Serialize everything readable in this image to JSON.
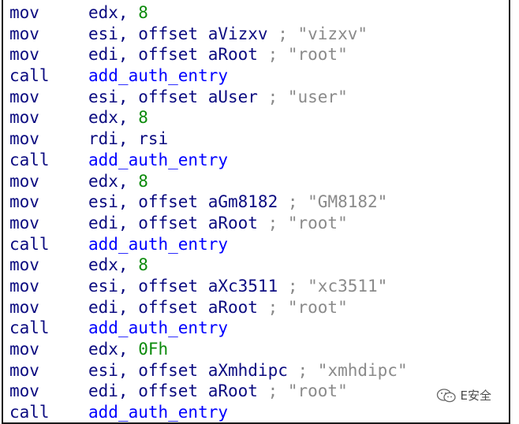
{
  "lines": [
    {
      "mnemonic": "mov",
      "operand": "edx, ",
      "number": "8",
      "comment": ""
    },
    {
      "mnemonic": "mov",
      "operand": "esi, offset aVizxv ",
      "number": "",
      "comment": "; \"vizxv\""
    },
    {
      "mnemonic": "mov",
      "operand": "edi, offset aRoot ",
      "number": "",
      "comment": "; \"root\""
    },
    {
      "mnemonic": "call",
      "callee": "add_auth_entry"
    },
    {
      "mnemonic": "mov",
      "operand": "esi, offset aUser ",
      "number": "",
      "comment": "; \"user\""
    },
    {
      "mnemonic": "mov",
      "operand": "edx, ",
      "number": "8",
      "comment": ""
    },
    {
      "mnemonic": "mov",
      "operand": "rdi, rsi",
      "number": "",
      "comment": ""
    },
    {
      "mnemonic": "call",
      "callee": "add_auth_entry"
    },
    {
      "mnemonic": "mov",
      "operand": "edx, ",
      "number": "8",
      "comment": ""
    },
    {
      "mnemonic": "mov",
      "operand": "esi, offset aGm8182 ",
      "number": "",
      "comment": "; \"GM8182\""
    },
    {
      "mnemonic": "mov",
      "operand": "edi, offset aRoot ",
      "number": "",
      "comment": "; \"root\""
    },
    {
      "mnemonic": "call",
      "callee": "add_auth_entry"
    },
    {
      "mnemonic": "mov",
      "operand": "edx, ",
      "number": "8",
      "comment": ""
    },
    {
      "mnemonic": "mov",
      "operand": "esi, offset aXc3511 ",
      "number": "",
      "comment": "; \"xc3511\""
    },
    {
      "mnemonic": "mov",
      "operand": "edi, offset aRoot ",
      "number": "",
      "comment": "; \"root\""
    },
    {
      "mnemonic": "call",
      "callee": "add_auth_entry"
    },
    {
      "mnemonic": "mov",
      "operand": "edx, ",
      "number": "0Fh",
      "comment": ""
    },
    {
      "mnemonic": "mov",
      "operand": "esi, offset aXmhdipc ",
      "number": "",
      "comment": "; \"xmhdipc\""
    },
    {
      "mnemonic": "mov",
      "operand": "edi, offset aRoot ",
      "number": "",
      "comment": "; \"root\""
    },
    {
      "mnemonic": "call",
      "callee": "add_auth_entry"
    }
  ],
  "watermark": {
    "text": "E安全",
    "icon": "wechat-icon"
  },
  "colors": {
    "mnemonic": "#0b0b80",
    "number": "#0a8a0a",
    "callee": "#0000ff",
    "comment": "#8a8a8a"
  }
}
